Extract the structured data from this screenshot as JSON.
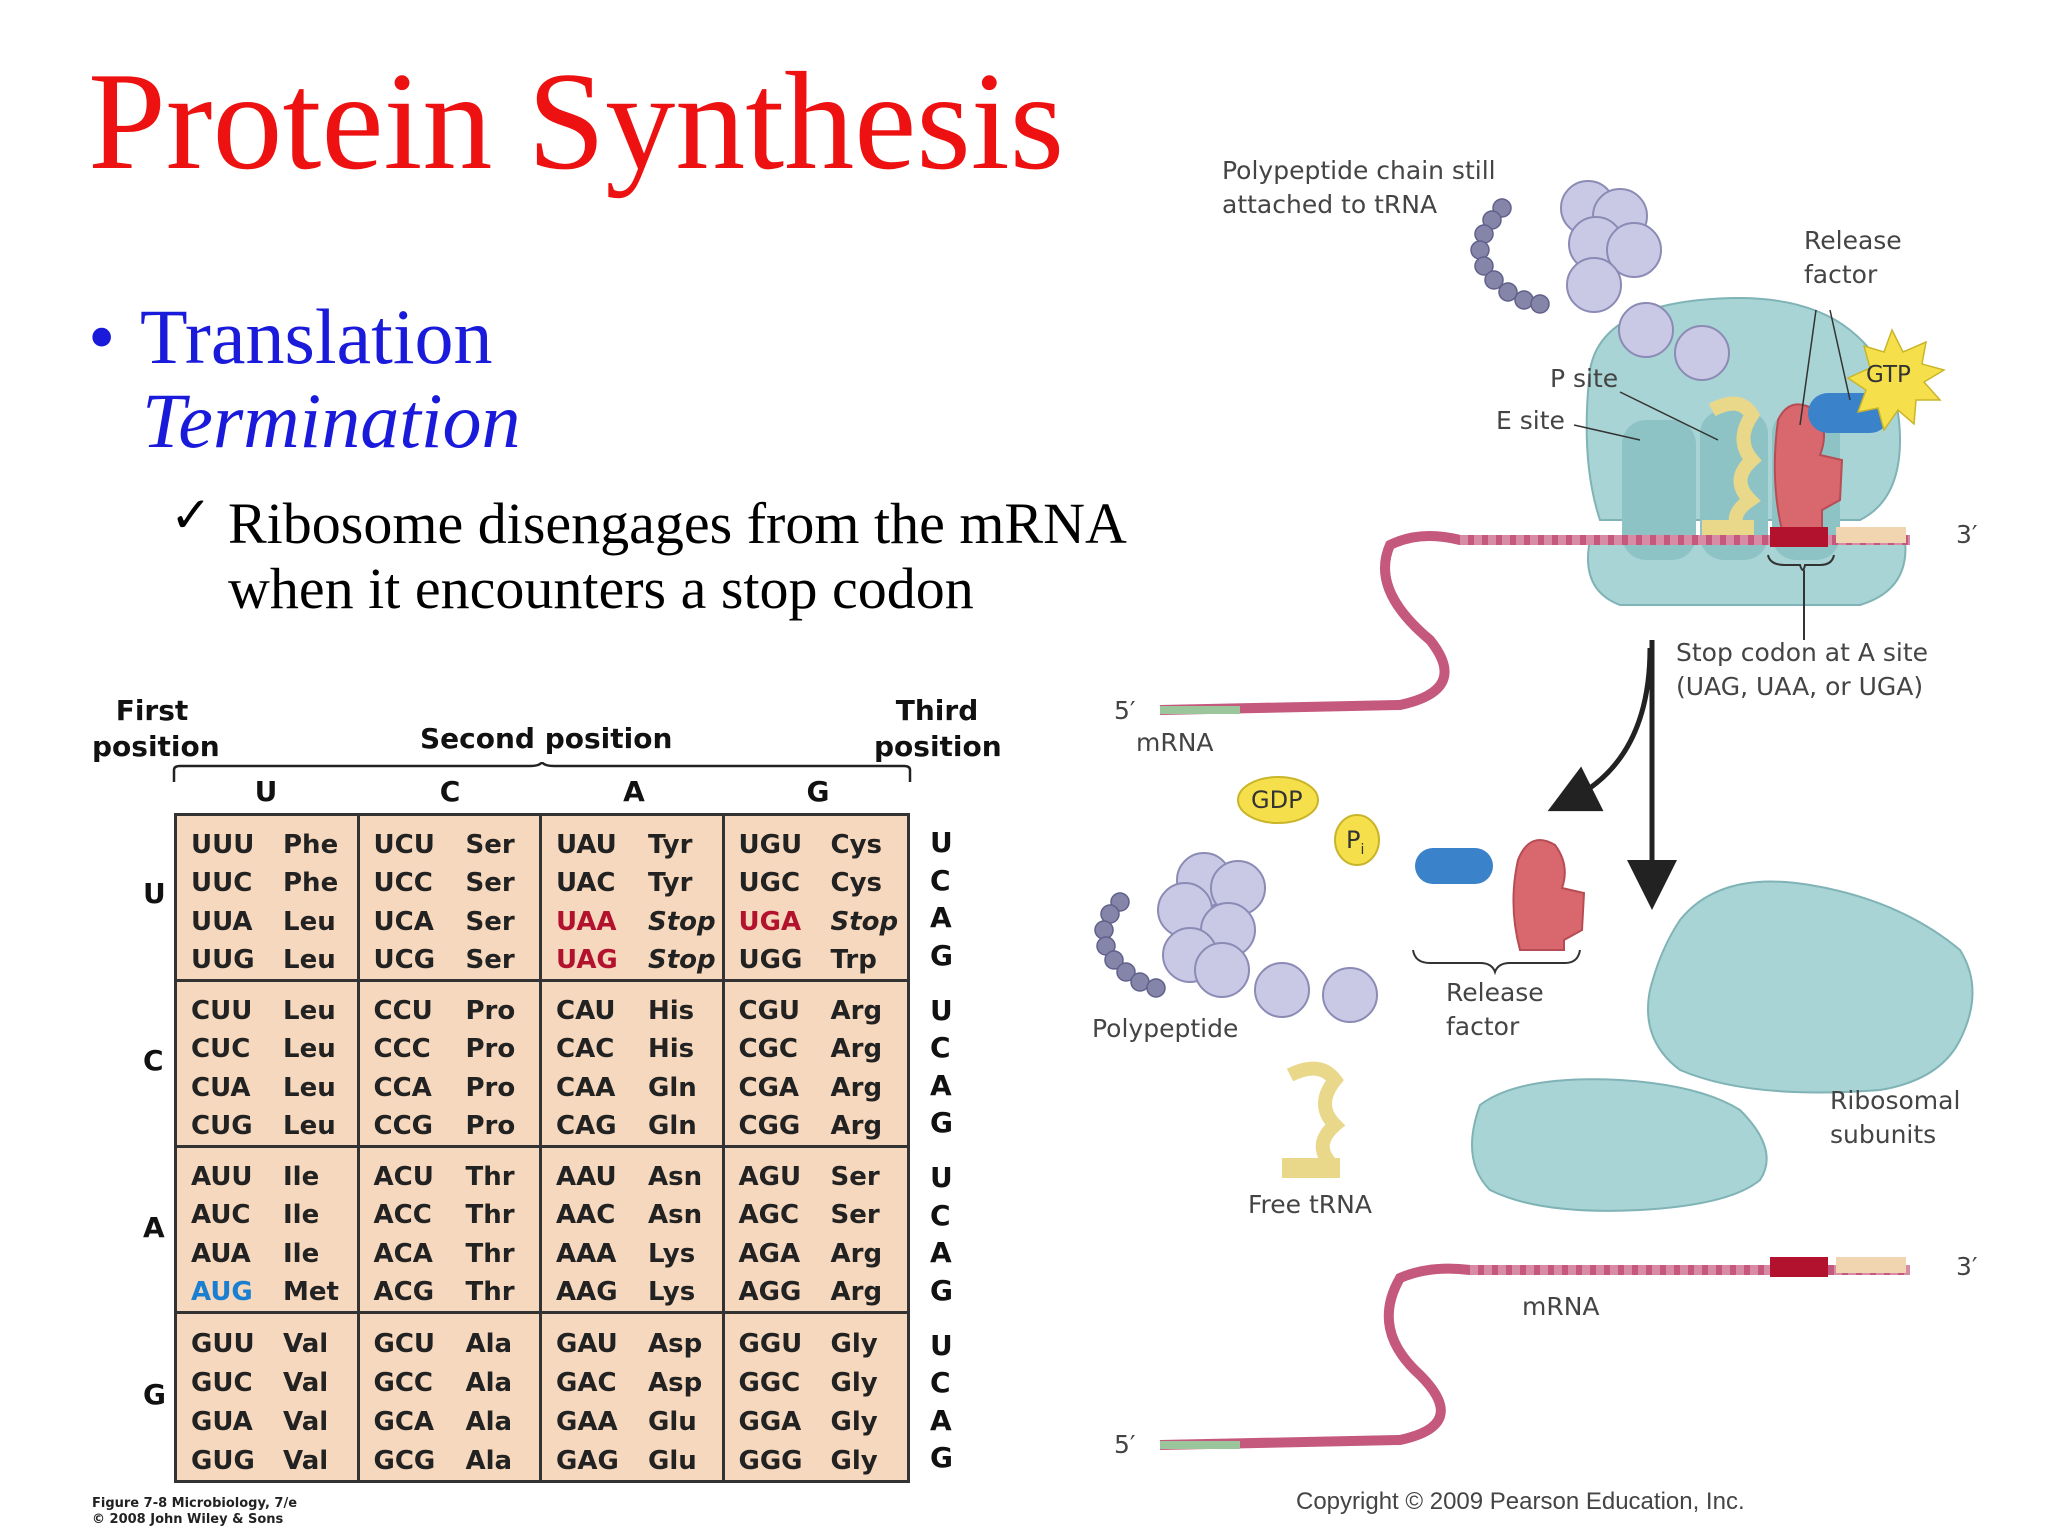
{
  "slide": {
    "title": "Protein Synthesis",
    "bullet": "Translation",
    "bullet_marker": "•",
    "subtitle": "Termination",
    "check_mark": "✓",
    "sub_point_line1": "Ribosome disengages from the mRNA",
    "sub_point_line2": "when it encounters a stop codon"
  },
  "codon_table": {
    "first_position_label": [
      "First",
      "position"
    ],
    "second_position_label": "Second position",
    "third_position_label": [
      "Third",
      "position"
    ],
    "second_bases": [
      "U",
      "C",
      "A",
      "G"
    ],
    "first_bases": [
      "U",
      "C",
      "A",
      "G"
    ],
    "third_bases": [
      "U",
      "C",
      "A",
      "G"
    ],
    "blocks": [
      [
        [
          [
            "UUU",
            "Phe"
          ],
          [
            "UUC",
            "Phe"
          ],
          [
            "UUA",
            "Leu"
          ],
          [
            "UUG",
            "Leu"
          ]
        ],
        [
          [
            "UCU",
            "Ser"
          ],
          [
            "UCC",
            "Ser"
          ],
          [
            "UCA",
            "Ser"
          ],
          [
            "UCG",
            "Ser"
          ]
        ],
        [
          [
            "UAU",
            "Tyr"
          ],
          [
            "UAC",
            "Tyr"
          ],
          [
            "UAA",
            "Stop"
          ],
          [
            "UAG",
            "Stop"
          ]
        ],
        [
          [
            "UGU",
            "Cys"
          ],
          [
            "UGC",
            "Cys"
          ],
          [
            "UGA",
            "Stop"
          ],
          [
            "UGG",
            "Trp"
          ]
        ]
      ],
      [
        [
          [
            "CUU",
            "Leu"
          ],
          [
            "CUC",
            "Leu"
          ],
          [
            "CUA",
            "Leu"
          ],
          [
            "CUG",
            "Leu"
          ]
        ],
        [
          [
            "CCU",
            "Pro"
          ],
          [
            "CCC",
            "Pro"
          ],
          [
            "CCA",
            "Pro"
          ],
          [
            "CCG",
            "Pro"
          ]
        ],
        [
          [
            "CAU",
            "His"
          ],
          [
            "CAC",
            "His"
          ],
          [
            "CAA",
            "Gln"
          ],
          [
            "CAG",
            "Gln"
          ]
        ],
        [
          [
            "CGU",
            "Arg"
          ],
          [
            "CGC",
            "Arg"
          ],
          [
            "CGA",
            "Arg"
          ],
          [
            "CGG",
            "Arg"
          ]
        ]
      ],
      [
        [
          [
            "AUU",
            "Ile"
          ],
          [
            "AUC",
            "Ile"
          ],
          [
            "AUA",
            "Ile"
          ],
          [
            "AUG",
            "Met"
          ]
        ],
        [
          [
            "ACU",
            "Thr"
          ],
          [
            "ACC",
            "Thr"
          ],
          [
            "ACA",
            "Thr"
          ],
          [
            "ACG",
            "Thr"
          ]
        ],
        [
          [
            "AAU",
            "Asn"
          ],
          [
            "AAC",
            "Asn"
          ],
          [
            "AAA",
            "Lys"
          ],
          [
            "AAG",
            "Lys"
          ]
        ],
        [
          [
            "AGU",
            "Ser"
          ],
          [
            "AGC",
            "Ser"
          ],
          [
            "AGA",
            "Arg"
          ],
          [
            "AGG",
            "Arg"
          ]
        ]
      ],
      [
        [
          [
            "GUU",
            "Val"
          ],
          [
            "GUC",
            "Val"
          ],
          [
            "GUA",
            "Val"
          ],
          [
            "GUG",
            "Val"
          ]
        ],
        [
          [
            "GCU",
            "Ala"
          ],
          [
            "GCC",
            "Ala"
          ],
          [
            "GCA",
            "Ala"
          ],
          [
            "GCG",
            "Ala"
          ]
        ],
        [
          [
            "GAU",
            "Asp"
          ],
          [
            "GAC",
            "Asp"
          ],
          [
            "GAA",
            "Glu"
          ],
          [
            "GAG",
            "Glu"
          ]
        ],
        [
          [
            "GGU",
            "Gly"
          ],
          [
            "GGC",
            "Gly"
          ],
          [
            "GGA",
            "Gly"
          ],
          [
            "GGG",
            "Gly"
          ]
        ]
      ]
    ],
    "stop_codons": [
      "UAA",
      "UAG",
      "UGA"
    ],
    "start_codon": "AUG",
    "stop_color": "#b3122e",
    "start_color": "#1a7fd1",
    "fill_color": "#f5d8bd",
    "figure_credit": [
      "Figure 7-8  Microbiology, 7/e",
      "© 2008 John Wiley & Sons"
    ]
  },
  "diagram": {
    "label_polypeptide_chain": [
      "Polypeptide chain still",
      "attached to tRNA"
    ],
    "label_release_factor_top": [
      "Release",
      "factor"
    ],
    "label_p_site": "P site",
    "label_e_site": "E site",
    "label_gtp": "GTP",
    "label_stop_codon": [
      "Stop codon at A site",
      "(UAG, UAA, or UGA)"
    ],
    "label_five_prime": "5′",
    "label_three_prime": "3′",
    "label_mrna": "mRNA",
    "label_gdp": "GDP",
    "label_pi": "P",
    "label_pi_sub": "i",
    "label_polypeptide": "Polypeptide",
    "label_release_factor_bottom": [
      "Release",
      "factor"
    ],
    "label_free_trna": "Free tRNA",
    "label_ribosomal_subunits": [
      "Ribosomal",
      "subunits"
    ],
    "copyright": "Copyright © 2009 Pearson Education, Inc."
  }
}
